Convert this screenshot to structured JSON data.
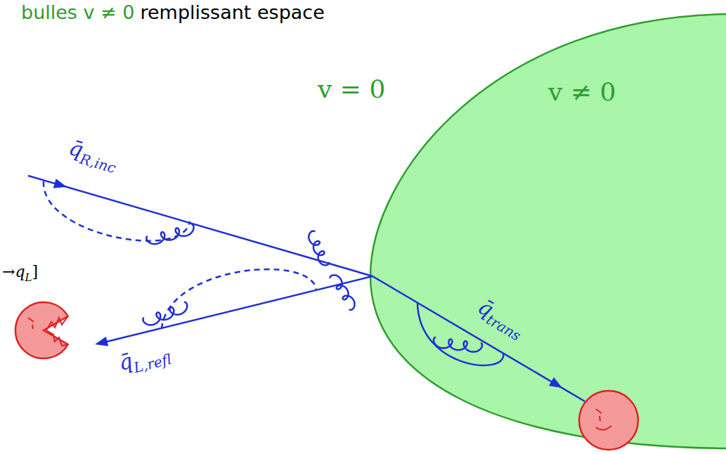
{
  "diagram": {
    "nodes": [
      {
        "text": [
          "v ≠ 0"
        ]
      }
    ],
    "labels": [
      "bulles v ≠ 0",
      "remplissant espace",
      "→q",
      "L",
      "]",
      "v = 0",
      "q̄",
      "R,inc",
      "q̄",
      "L,refl",
      "q̄",
      "trans"
    ]
  }
}
